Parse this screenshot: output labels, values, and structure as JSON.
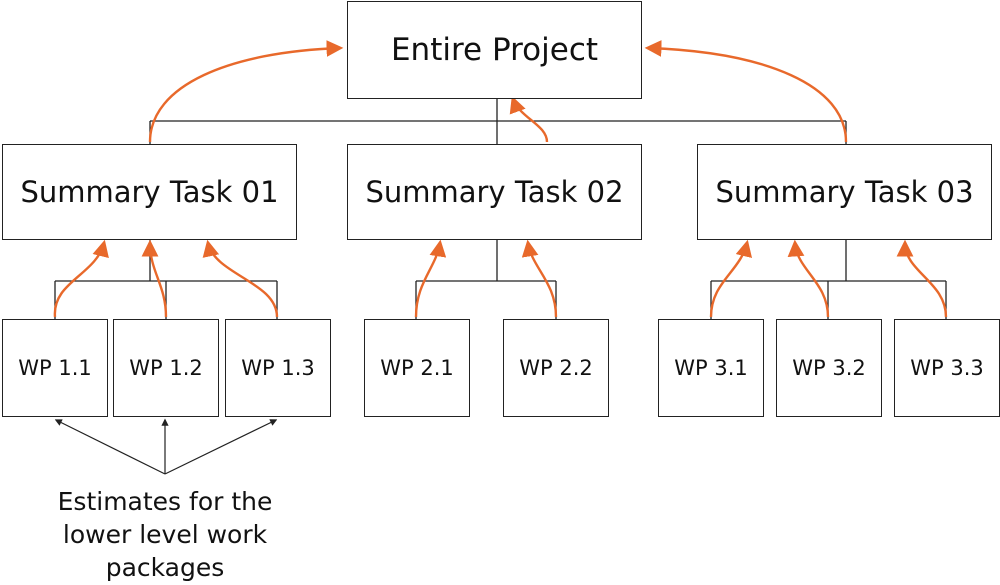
{
  "root": {
    "label": "Entire Project"
  },
  "summary_tasks": [
    {
      "label": "Summary Task 01"
    },
    {
      "label": "Summary Task 02"
    },
    {
      "label": "Summary Task 03"
    }
  ],
  "work_packages": [
    {
      "label": "WP 1.1"
    },
    {
      "label": "WP 1.2"
    },
    {
      "label": "WP 1.3"
    },
    {
      "label": "WP 2.1"
    },
    {
      "label": "WP 2.2"
    },
    {
      "label": "WP 3.1"
    },
    {
      "label": "WP 3.2"
    },
    {
      "label": "WP 3.3"
    }
  ],
  "annotation": {
    "text": "Estimates for the lower level work packages"
  },
  "colors": {
    "rollup_arrow": "#e8692b",
    "line": "#222222"
  }
}
